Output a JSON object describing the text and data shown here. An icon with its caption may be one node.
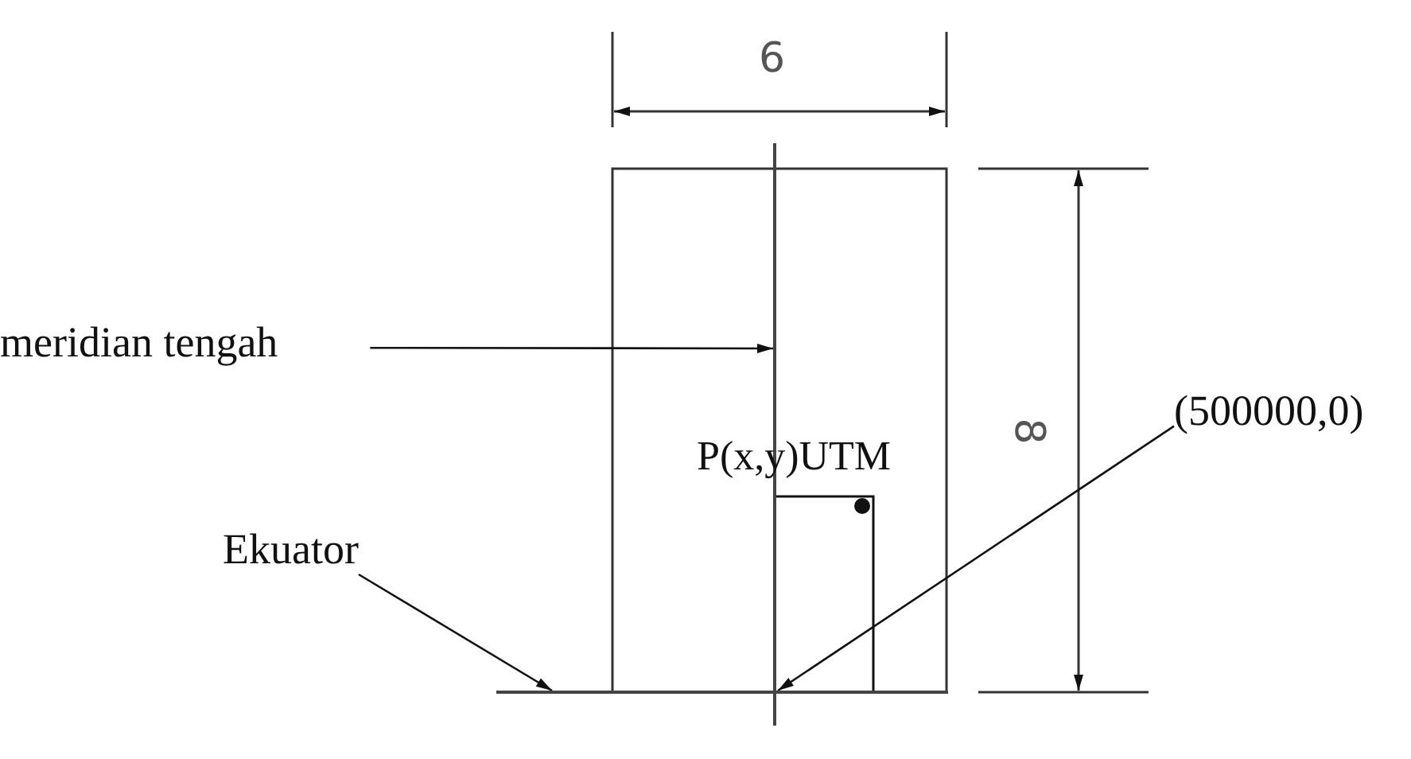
{
  "diagram": {
    "nodes": [
      {
        "text": [
          "meridian tengah"
        ]
      },
      {
        "text": [],
        "shape": "line"
      },
      {
        "text": [
          "Ekuator"
        ]
      },
      {
        "text": [],
        "shape": "line"
      },
      {
        "text": [
          "(500000,0)"
        ]
      }
    ],
    "edges": [
      {
        "from": 0,
        "to": 1,
        "arrow": "to"
      },
      {
        "from": 2,
        "to": 3,
        "arrow": "to"
      },
      {
        "from": 4,
        "to": 3,
        "arrow": "to"
      }
    ],
    "labels": [
      "6",
      "8",
      "P(x,y)UTM"
    ]
  }
}
